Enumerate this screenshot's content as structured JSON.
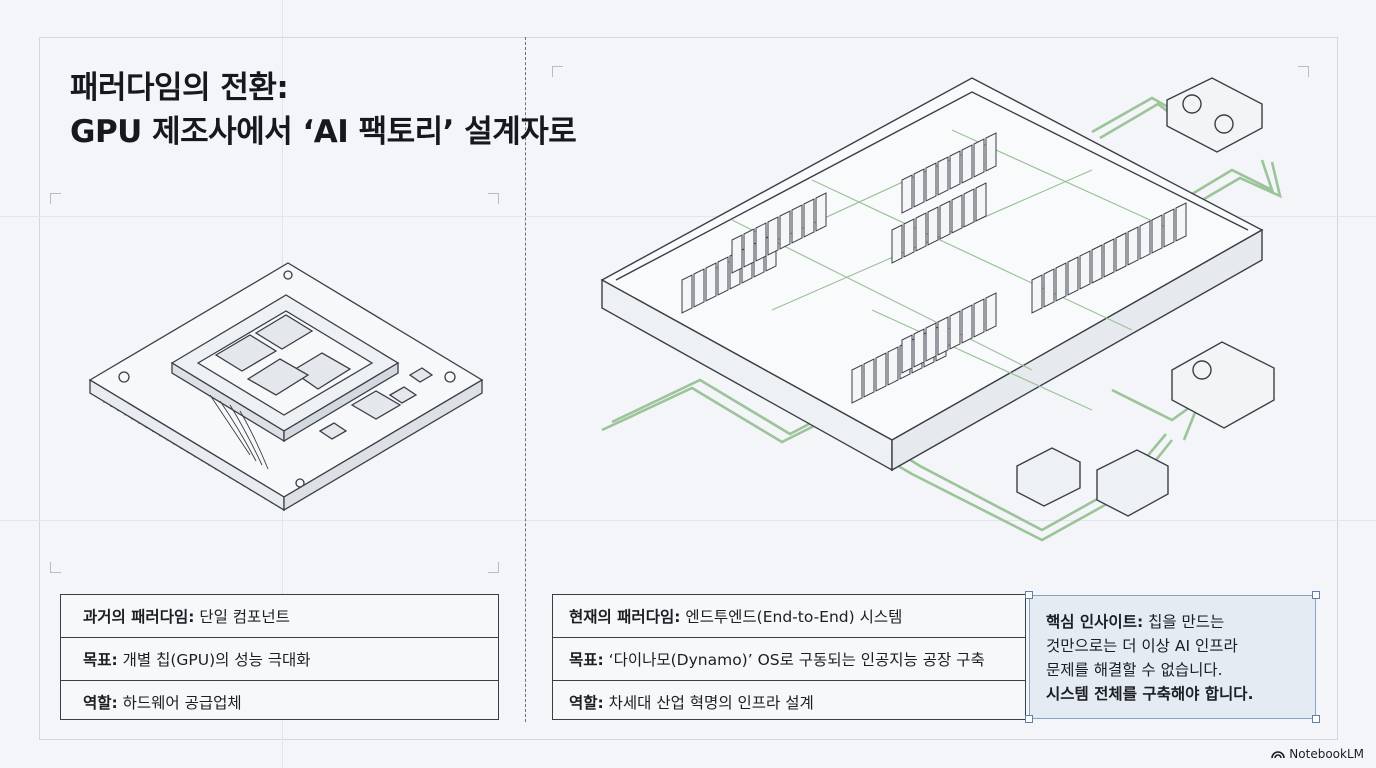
{
  "title": {
    "line1": "패러다임의 전환:",
    "line2": "GPU 제조사에서 ‘AI 팩토리’ 설계자로"
  },
  "past": {
    "rows": [
      {
        "label": "과거의 패러다임:",
        "value": " 단일 컴포넌트"
      },
      {
        "label": "목표:",
        "value": " 개별 칩(GPU)의 성능 극대화"
      },
      {
        "label": "역할:",
        "value": " 하드웨어 공급업체"
      }
    ]
  },
  "present": {
    "rows": [
      {
        "label": "현재의 패러다임:",
        "value": " 엔드투엔드(End-to-End) 시스템"
      },
      {
        "label": "목표:",
        "value": " ‘다이나모(Dynamo)’ OS로 구동되는 인공지능 공장 구축"
      },
      {
        "label": "역할:",
        "value": " 차세대 산업 혁명의 인프라 설계"
      }
    ]
  },
  "insight": {
    "label": "핵심 인사이트:",
    "line1": " 칩을 만드는",
    "line2": "것만으로는 더 이상 AI 인프라",
    "line3": "문제를 해결할 수 없습니다.",
    "emphasis": "시스템 전체를 구축해야 합니다."
  },
  "branding": {
    "logo_text": "NotebookLM",
    "icon": "notebooklm-logo-icon"
  },
  "colors": {
    "line": "#3a3f47",
    "pipe": "#9cc39a",
    "accent": "#8aa3c2",
    "insight_bg": "#e4ebf3"
  }
}
